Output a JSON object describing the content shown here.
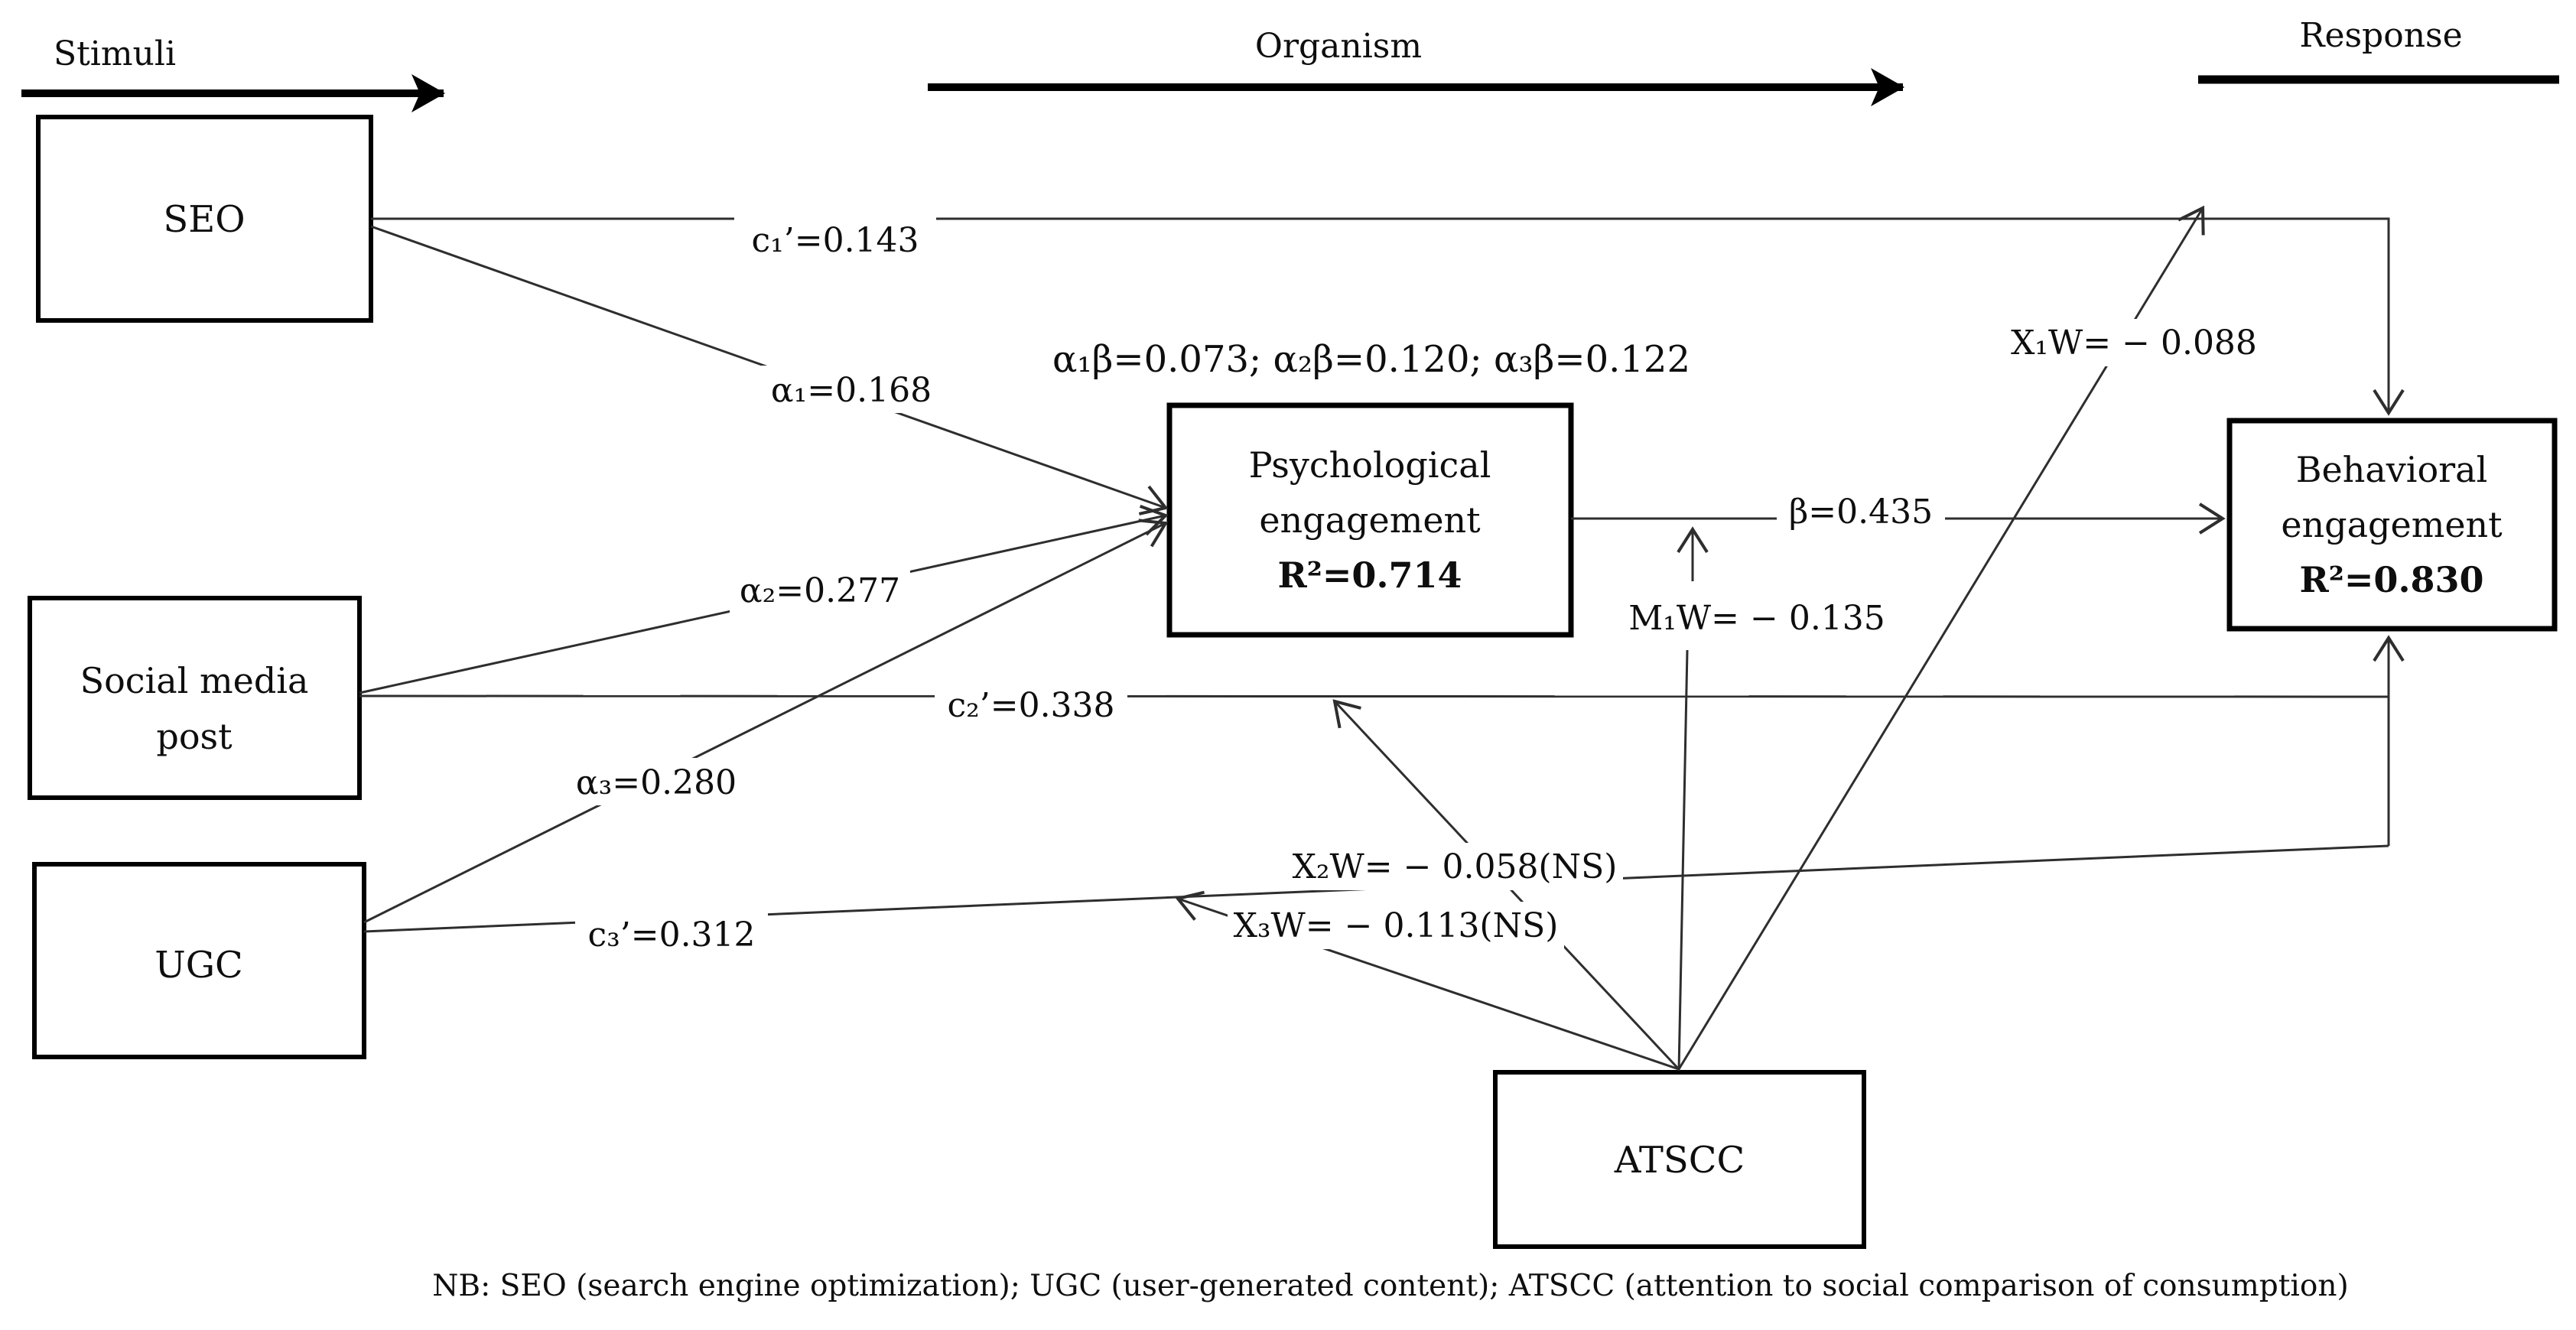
{
  "colors": {
    "ink": "#000000",
    "line": "#2e2e2e",
    "background": "#ffffff"
  },
  "sections": {
    "stimuli": "Stimuli",
    "organism": "Organism",
    "response": "Response"
  },
  "boxes": {
    "seo": {
      "label": "SEO"
    },
    "social": {
      "line1": "Social media",
      "line2": "post"
    },
    "ugc": {
      "label": "UGC"
    },
    "psych": {
      "line1": "Psychological",
      "line2": "engagement",
      "r2": "R²=0.714"
    },
    "behav": {
      "line1": "Behavioral",
      "line2": "engagement",
      "r2": "R²=0.830"
    },
    "atscc": {
      "label": "ATSCC"
    }
  },
  "paths": {
    "c1": "c₁’=0.143",
    "a1": "α₁=0.168",
    "a2": "α₂=0.277",
    "a3": "α₃=0.280",
    "c2": "c₂’=0.338",
    "c3": "c₃’=0.312",
    "beta": "β=0.435",
    "indirect": "α₁β=0.073; α₂β=0.120; α₃β=0.122",
    "x1w": "X₁W= − 0.088",
    "m1w": "M₁W= − 0.135",
    "x2w": "X₂W= − 0.058(NS)",
    "x3w": "X₃W= − 0.113(NS)"
  },
  "note": "NB: SEO (search engine optimization); UGC (user-generated content); ATSCC (attention to social comparison of consumption)"
}
